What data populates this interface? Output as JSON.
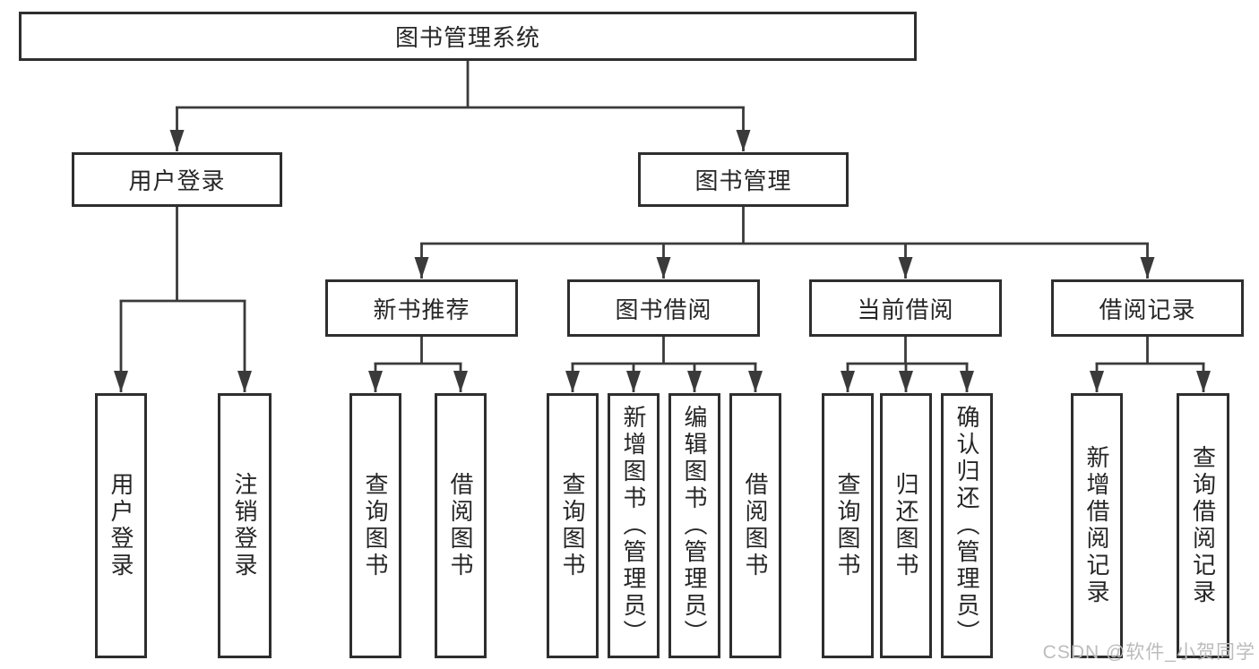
{
  "diagram_title": "图书管理系统",
  "colors": {
    "box_border": "#2e2e2e",
    "connector_line": "#3a3a3a",
    "text": "#262626",
    "watermark_text": "#bcbcbc",
    "background": "#ffffff"
  },
  "watermark": {
    "text": "CSDN @软件_小贺同学"
  },
  "tree": {
    "label": "图书管理系统",
    "children": [
      {
        "label": "用户登录",
        "children": [
          {
            "label": "用户登录"
          },
          {
            "label": "注销登录"
          }
        ]
      },
      {
        "label": "图书管理",
        "children": [
          {
            "label": "新书推荐",
            "children": [
              {
                "label": "查询图书"
              },
              {
                "label": "借阅图书"
              }
            ]
          },
          {
            "label": "图书借阅",
            "children": [
              {
                "label": "查询图书"
              },
              {
                "label": "新增图书（管理员）"
              },
              {
                "label": "编辑图书（管理员）"
              },
              {
                "label": "借阅图书"
              }
            ]
          },
          {
            "label": "当前借阅",
            "children": [
              {
                "label": "查询图书"
              },
              {
                "label": "归还图书"
              },
              {
                "label": "确认归还（管理员）"
              }
            ]
          },
          {
            "label": "借阅记录",
            "children": [
              {
                "label": "新增借阅记录"
              },
              {
                "label": "查询借阅记录"
              }
            ]
          }
        ]
      }
    ]
  }
}
